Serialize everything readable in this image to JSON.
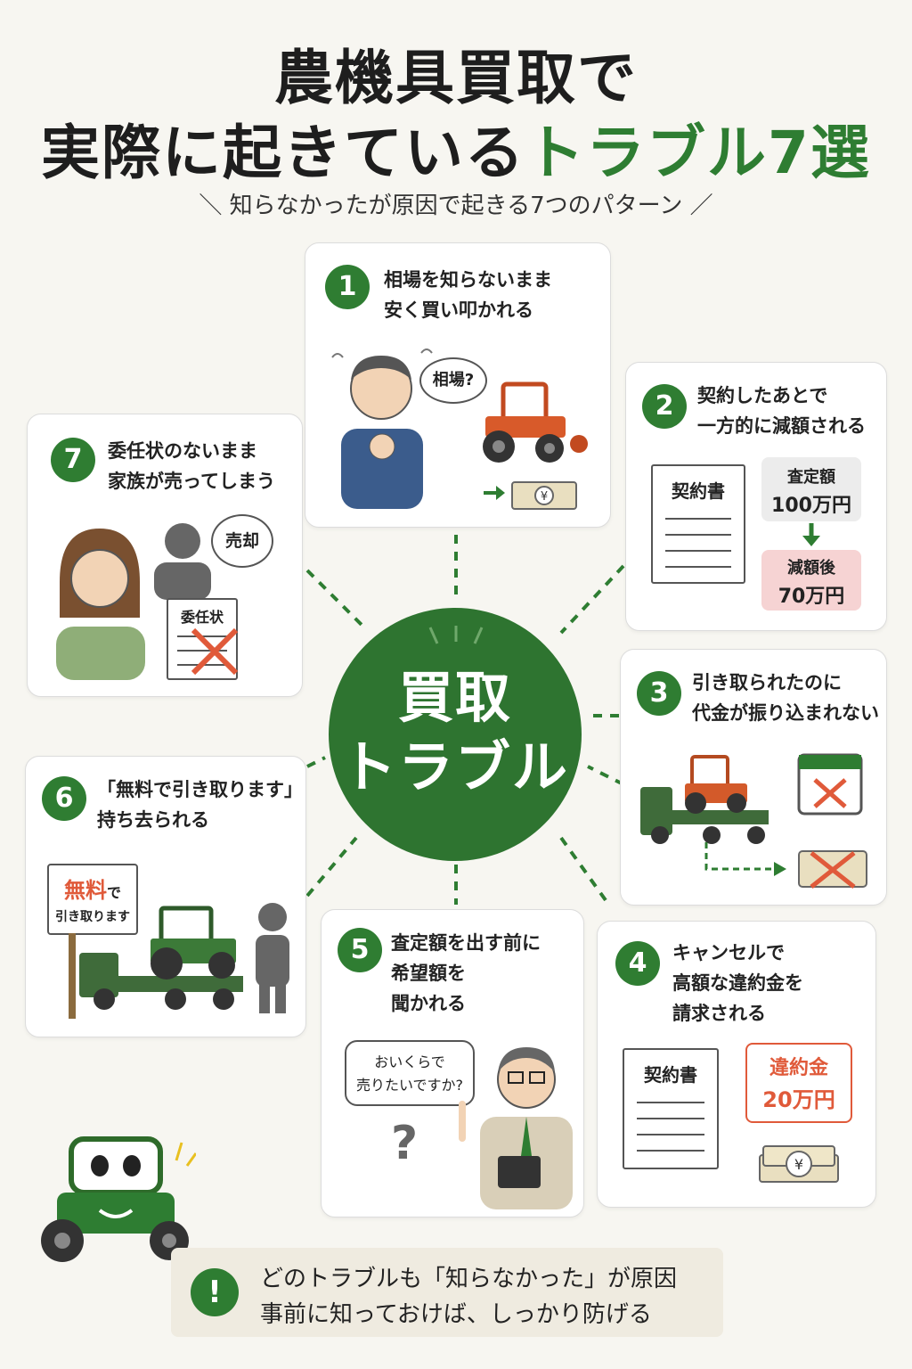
{
  "title": {
    "line1": "農機具買取で",
    "line2_a": "実際に起きている",
    "line2_b": "トラブル7選"
  },
  "subtitle": "＼ 知らなかったが原因で起きる7つのパターン ／",
  "center": {
    "line1": "買取",
    "line2": "トラブル"
  },
  "cards": [
    {
      "num": "1",
      "line1": "相場を知らないまま",
      "line2": "安く買い叩かれる",
      "bubble": "相場?"
    },
    {
      "num": "2",
      "line1": "契約したあとで",
      "line2": "一方的に減額される",
      "doc": "契約書",
      "before_label": "査定額",
      "before_value": "100万円",
      "after_label": "減額後",
      "after_value": "70万円"
    },
    {
      "num": "3",
      "line1": "引き取られたのに",
      "line2": "代金が振り込まれない"
    },
    {
      "num": "4",
      "line1": "キャンセルで",
      "line2": "高額な違約金を",
      "line3": "請求される",
      "doc": "契約書",
      "fee_label": "違約金",
      "fee_value": "20万円"
    },
    {
      "num": "5",
      "line1": "査定額を出す前に",
      "line2": "希望額を",
      "line3": "聞かれる",
      "bubble_l1": "おいくらで",
      "bubble_l2": "売りたいですか?"
    },
    {
      "num": "6",
      "line1": "「無料で引き取ります」と",
      "line2": "持ち去られる",
      "sign_a": "無料",
      "sign_b": "で",
      "sign_c": "引き取ります"
    },
    {
      "num": "7",
      "line1": "委任状のないまま",
      "line2": "家族が売ってしまう",
      "bubble": "売却",
      "doc": "委任状"
    }
  ],
  "bottom": {
    "icon": "!",
    "line1": "どのトラブルも「知らなかった」が原因",
    "line2": "事前に知っておけば、しっかり防げる"
  },
  "colors": {
    "green": "#2e7d32",
    "accent_red": "#e05a3a",
    "pink": "#f6d3d3"
  },
  "icons": [
    "thinking-farmer-icon",
    "tractor-icon",
    "money-icon",
    "truck-icon",
    "calendar-icon",
    "woman-icon",
    "silhouette-icon",
    "businessman-icon",
    "mascot-tractor-icon",
    "arrow-down-icon"
  ]
}
